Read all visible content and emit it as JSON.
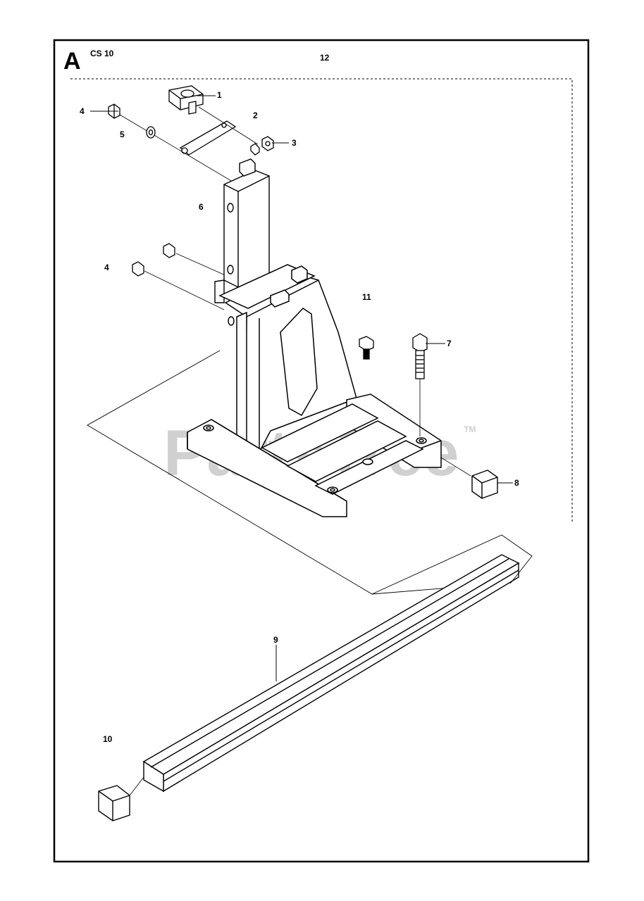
{
  "header": {
    "section_letter": "A",
    "model": "CS 10"
  },
  "watermark": {
    "text": "PartsTree",
    "tm": "TM"
  },
  "callouts": {
    "c1": "1",
    "c2": "2",
    "c3": "3",
    "c4a": "4",
    "c4b": "4",
    "c5": "5",
    "c6": "6",
    "c7": "7",
    "c8": "8",
    "c9": "9",
    "c10": "10",
    "c11": "11",
    "c12": "12"
  },
  "colors": {
    "line": "#000000",
    "watermark": "#bdbdbd"
  }
}
